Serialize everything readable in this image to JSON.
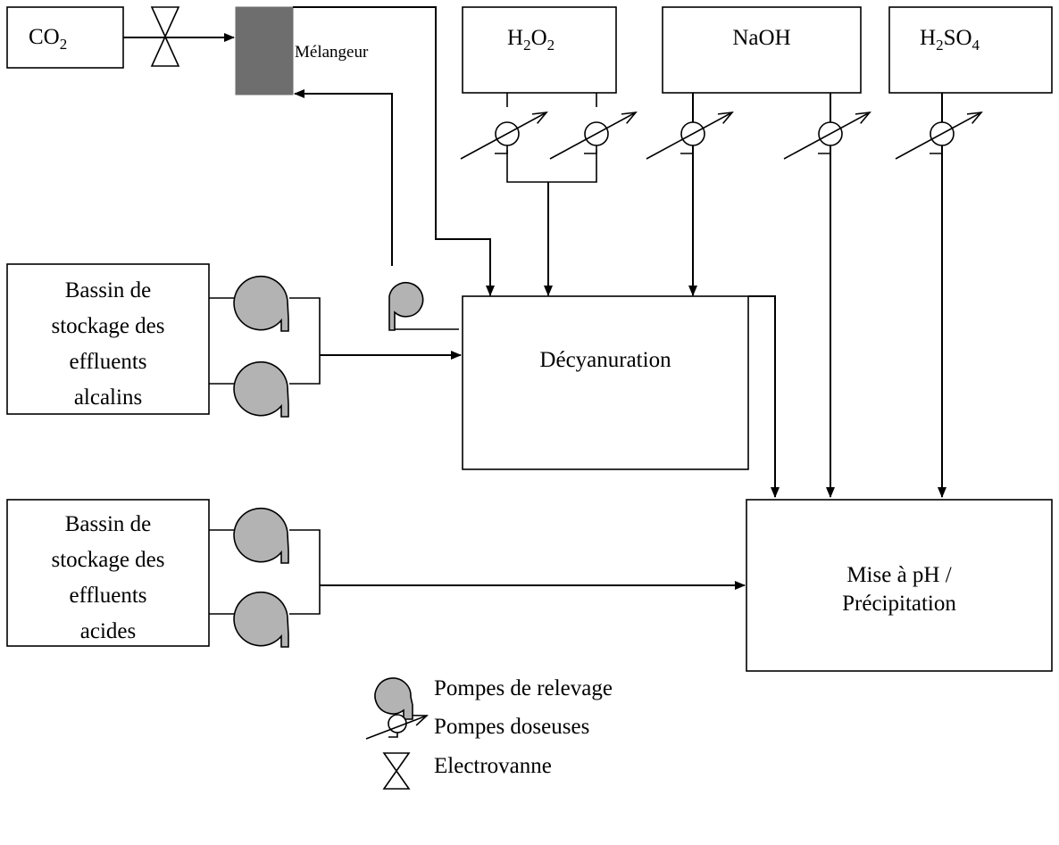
{
  "reagents": {
    "co2": {
      "main": "CO",
      "sub": "2"
    },
    "h2o2": {
      "p1": "H",
      "s1": "2",
      "p2": "O",
      "s2": "2"
    },
    "naoh": "NaOH",
    "h2so4": {
      "p1": "H",
      "s1": "2",
      "p2": "SO",
      "s2": "4"
    }
  },
  "mixer_label": "Mélangeur",
  "tanks": {
    "alkaline": [
      "Bassin de",
      "stockage des",
      "effluents",
      "alcalins"
    ],
    "acid": [
      "Bassin de",
      "stockage des",
      "effluents",
      "acides"
    ]
  },
  "processes": {
    "decyanuration": "Décyanuration",
    "ph_precipitation": [
      "Mise à pH /",
      "Précipitation"
    ]
  },
  "legend": {
    "lift_pumps": "Pompes de relevage",
    "dosing_pumps": "Pompes doseuses",
    "solenoid_valve": "Electrovanne"
  },
  "colors": {
    "pump_fill": "#b3b3b3",
    "mixer_fill": "#6e6e6e",
    "stroke": "#000000"
  }
}
